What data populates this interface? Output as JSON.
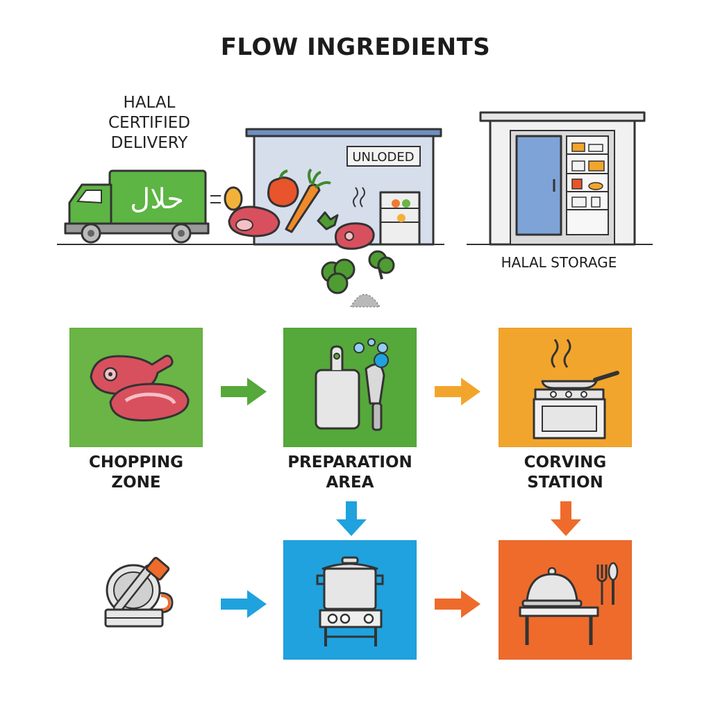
{
  "title": "FLOW INGREDIENTS",
  "top_row": {
    "delivery_label": [
      "HALAL",
      "CERTIFIED",
      "DELIVERY"
    ],
    "truck_sign": "حلال",
    "unload_sign": "UNLODED",
    "storage_label": "HALAL STORAGE"
  },
  "stations": {
    "chopping": [
      "CHOPPING",
      "ZONE"
    ],
    "preparation": [
      "PREPARATION",
      "AREA"
    ],
    "serving": [
      "CORVING",
      "STATION"
    ]
  },
  "colors": {
    "green": "#6ab545",
    "green_dark": "#55a83a",
    "orange": "#f2a52c",
    "blue": "#1fa2de",
    "red_orange": "#ee6b2c"
  },
  "icons": [
    "truck-icon",
    "warehouse-icon",
    "storage-room-icon",
    "meat-icon",
    "cutting-board-icon",
    "knife-icon",
    "stove-pan-icon",
    "grinder-icon",
    "stock-pot-stove-icon",
    "serving-cloche-icon"
  ]
}
